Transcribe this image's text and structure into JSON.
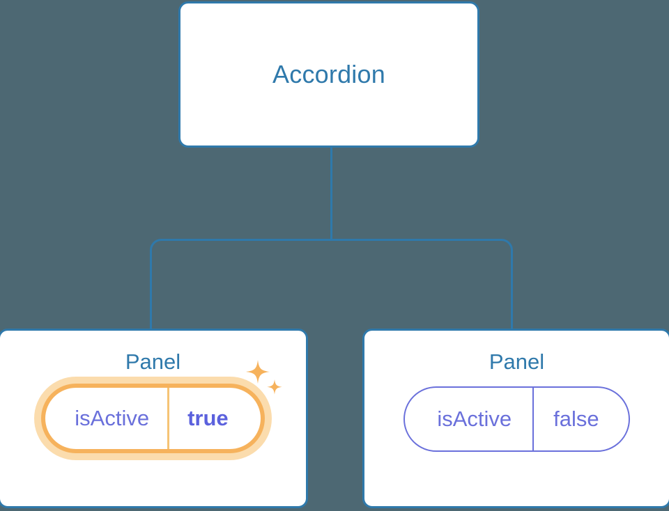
{
  "theme": {
    "background": "#4d6873",
    "card_border": "#2f79ab",
    "card_fill": "#ffffff",
    "connector_line": "#2f79ab",
    "title_text": "#2f79ab",
    "prop_text": "#6a70db",
    "prop_border": "#6a70db",
    "highlight_border": "#f6b25c",
    "highlight_glow": "#fbdcad",
    "highlight_value_text": "#5b61dd",
    "sparkle": "#f6b25c"
  },
  "tree": {
    "root": {
      "title": "Accordion"
    },
    "children": [
      {
        "title": "Panel",
        "highlighted": true,
        "prop": {
          "key": "isActive",
          "value": "true"
        },
        "sparkle_icons": [
          "sparkle-large-icon",
          "sparkle-small-icon"
        ]
      },
      {
        "title": "Panel",
        "highlighted": false,
        "prop": {
          "key": "isActive",
          "value": "false"
        }
      }
    ]
  }
}
